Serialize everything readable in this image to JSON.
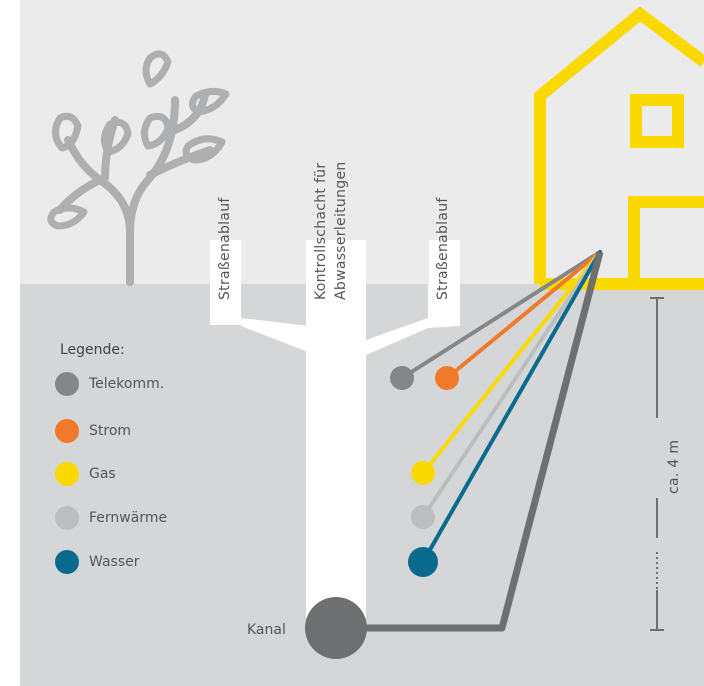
{
  "labels": {
    "strassenablauf_left": "Straßenablauf",
    "kontrollschacht_line1": "Kontrollschacht für",
    "kontrollschacht_line2": "Abwasserleitungen",
    "strassenablauf_right": "Straßenablauf",
    "kanal": "Kanal",
    "depth": "ca. 4 m"
  },
  "legend": {
    "title": "Legende:",
    "items": [
      {
        "label": "Telekomm.",
        "color": "#858688"
      },
      {
        "label": "Strom",
        "color": "#f07a2a"
      },
      {
        "label": "Gas",
        "color": "#f9d900"
      },
      {
        "label": "Fernwärme",
        "color": "#bcbdbf"
      },
      {
        "label": "Wasser",
        "color": "#0a6a8e"
      }
    ]
  },
  "colors": {
    "sky": "#ebebec",
    "ground": "#d5d6d8",
    "house": "#f9d900",
    "tree": "#aeafb1",
    "kanal": "#6e6f71",
    "white": "#ffffff"
  }
}
